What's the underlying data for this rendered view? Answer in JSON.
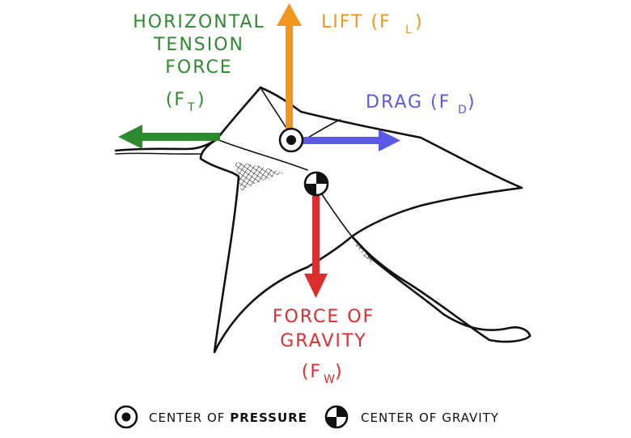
{
  "forces": {
    "tension": {
      "line1": "HORIZONTAL",
      "line2": "TENSION",
      "line3": "FORCE",
      "symbol": "(F",
      "subscript": "T",
      "close": ")",
      "color": "#2e8a2e"
    },
    "lift": {
      "label": "LIFT (F",
      "subscript": "L",
      "close": ")",
      "color": "#f0961e"
    },
    "drag": {
      "label": "DRAG (F",
      "subscript": "D",
      "close": ")",
      "color": "#5a5ae6"
    },
    "gravity": {
      "line1": "FORCE OF",
      "line2": "GRAVITY",
      "symbol": "(F",
      "subscript": "W",
      "close": ")",
      "color": "#dc2e2e"
    }
  },
  "legend": {
    "pressure_label_1": "CENTER OF ",
    "pressure_label_2": "PRESSURE",
    "gravity_label": "CENTER OF GRAVITY"
  }
}
